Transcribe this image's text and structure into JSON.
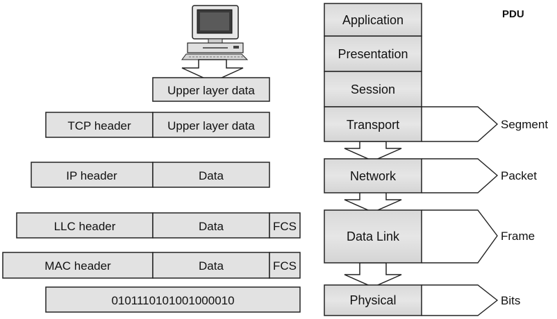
{
  "pdu_title": "PDU",
  "encapsulation": {
    "upper_layer": {
      "data": "Upper layer data"
    },
    "transport": {
      "header": "TCP header",
      "data": "Upper layer data"
    },
    "network": {
      "header": "IP header",
      "data": "Data"
    },
    "llc": {
      "header": "LLC header",
      "data": "Data",
      "trailer": "FCS"
    },
    "mac": {
      "header": "MAC header",
      "data": "Data",
      "trailer": "FCS"
    },
    "bits": "0101110101001000010"
  },
  "osi_layers": {
    "application": "Application",
    "presentation": "Presentation",
    "session": "Session",
    "transport": "Transport",
    "network": "Network",
    "data_link": "Data Link",
    "physical": "Physical"
  },
  "pdus": {
    "segment": "Segment",
    "packet": "Packet",
    "frame": "Frame",
    "bits": "Bits"
  },
  "colors": {
    "cell_fill": "#e2e2e2",
    "cell_stroke": "#222222",
    "layer_fill": "#dcdcdc",
    "arrow_fill": "#ffffff"
  }
}
